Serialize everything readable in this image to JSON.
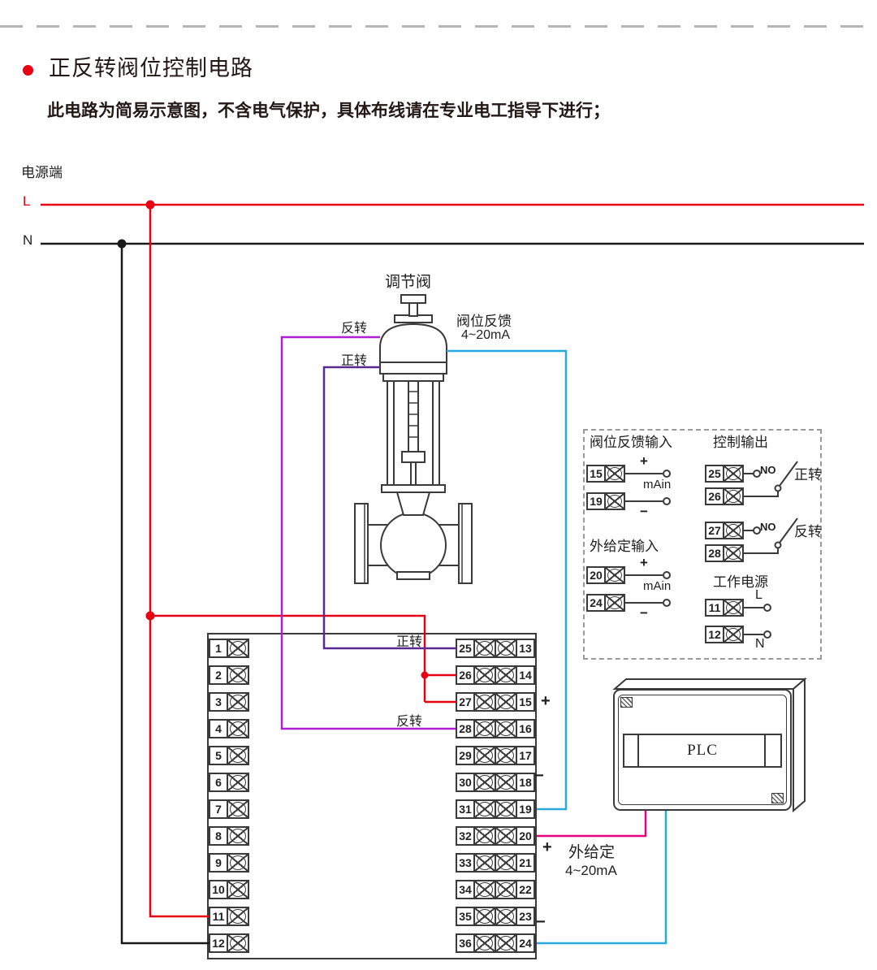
{
  "header": {
    "title": "正反转阀位控制电路",
    "subtitle": "此电路为简易示意图，不含电气保护，具体布线请在专业电工指导下进行；"
  },
  "power": {
    "section_label": "电源端",
    "live": "L",
    "neutral": "N"
  },
  "valve": {
    "name": "调节阀",
    "reverse_label": "反转",
    "forward_label": "正转",
    "feedback_label": "阀位反馈",
    "feedback_range": "4~20mA"
  },
  "terminal_panel": {
    "feedback_input": {
      "title": "阀位反馈输入",
      "plus_terminal": "15",
      "minus_terminal": "19",
      "plus": "+",
      "minus": "−",
      "signal": "mAin"
    },
    "external_input": {
      "title": "外给定输入",
      "plus_terminal": "20",
      "minus_terminal": "24",
      "plus": "+",
      "minus": "−",
      "signal": "mAin"
    },
    "control_output": {
      "title": "控制输出",
      "relay_forward": {
        "no_terminal": "25",
        "com_terminal": "26",
        "contact": "NO",
        "label": "正转"
      },
      "relay_reverse": {
        "no_terminal": "27",
        "com_terminal": "28",
        "contact": "NO",
        "label": "反转"
      }
    },
    "working_power": {
      "title": "工作电源",
      "live_terminal": "11",
      "neutral_terminal": "12",
      "live": "L",
      "neutral": "N"
    }
  },
  "main_block": {
    "left_numbers": [
      "1",
      "2",
      "3",
      "4",
      "5",
      "6",
      "7",
      "8",
      "9",
      "10",
      "11",
      "12"
    ],
    "inner_numbers": [
      "25",
      "26",
      "27",
      "28",
      "29",
      "30",
      "31",
      "32",
      "33",
      "34",
      "35",
      "36"
    ],
    "outer_numbers": [
      "13",
      "14",
      "15",
      "16",
      "17",
      "18",
      "19",
      "20",
      "21",
      "22",
      "23",
      "24"
    ],
    "forward_label": "正转",
    "reverse_label": "反转",
    "feedback_plus": "+",
    "feedback_minus": "−",
    "external_plus": "+",
    "external_minus": "−",
    "external_label": "外给定",
    "external_range": "4~20mA"
  },
  "plc": {
    "label": "PLC"
  },
  "colors": {
    "live": "#e60012",
    "neutral": "#1a1a1a",
    "forward_wire": "#5b2a91",
    "reverse_wire": "#b01fd4",
    "external_wire": "#e6007e",
    "feedback_wire": "#29a8e0"
  }
}
